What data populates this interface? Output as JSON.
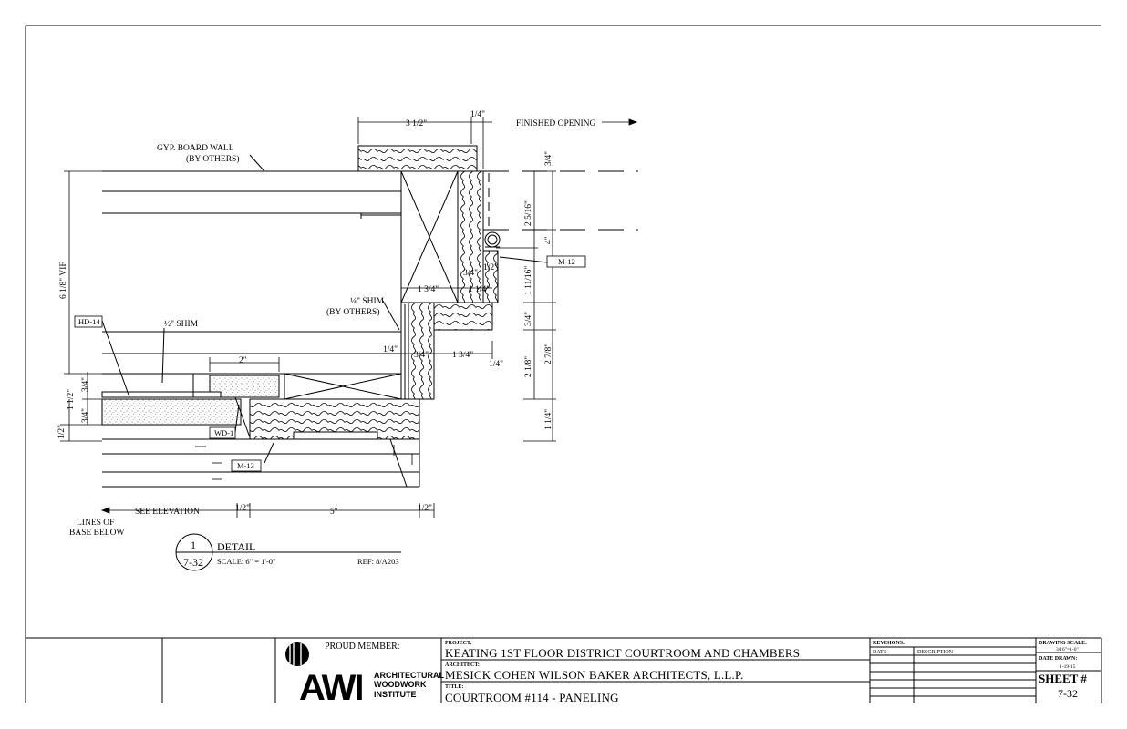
{
  "drawing": {
    "dims": {
      "three_half": "3 1/2\"",
      "quarter_top": "1/4\"",
      "finished_opening": "FINISHED OPENING",
      "three_quarter_top": "3/4\"",
      "two_5_16": "2 5/16\"",
      "four": "4\"",
      "one_11_16": "1 11/16\"",
      "three_quarter_mid": "3/4\"",
      "two_7_8": "2 7/8\"",
      "two_1_8": "2 1/8\"",
      "one_quarter_r": "1 1/4\"",
      "six_1_8_vif": "6 1/8\" VIF",
      "one_3_4_a": "1 3/4\"",
      "one_3_4_b": "1 3/4\"",
      "one_1_4": "1 1/4\"",
      "three_q_a": "3/4\"",
      "half_a": "1/2\"",
      "quarter_b": "1/4\"",
      "three_q_b": "3/4\"",
      "quarter_c": "1/4\"",
      "two": "2\"",
      "one_half": "1 1/2\"",
      "three_q_left": "3/4\"",
      "three_q_left2": "3/4\"",
      "half_left": "1/2\"",
      "half_bot_a": "1/2\"",
      "five": "5\"",
      "half_bot_b": "1/2\""
    },
    "notes": {
      "gyp_board_1": "GYP. BOARD WALL",
      "gyp_board_2": "(BY OTHERS)",
      "shim_quarter_1": "¼\" SHIM",
      "shim_quarter_2": "(BY OTHERS)",
      "shim_half": "½\" SHIM",
      "see_elevation": "SEE ELEVATION",
      "lines_of_1": "LINES OF",
      "lines_of_2": "BASE BELOW"
    },
    "tags": {
      "m12": "M-12",
      "hd14": "HD-14",
      "wd1": "WD-1",
      "m13": "M-13"
    },
    "detail": {
      "number": "1",
      "sheet": "7-32",
      "title": "DETAIL",
      "scale": "SCALE: 6\" = 1'-0\"",
      "ref": "REF: 8/A203"
    }
  },
  "title_block": {
    "proud_member": "PROUD MEMBER:",
    "awi_mark": "AWI",
    "awi_line1": "ARCHITECTURAL",
    "awi_line2": "WOODWORK",
    "awi_line3": "INSTITUTE",
    "project_label": "PROJECT:",
    "project": "KEATING 1ST FLOOR DISTRICT COURTROOM AND CHAMBERS",
    "architect_label": "ARCHITECT:",
    "architect": "MESICK COHEN WILSON BAKER ARCHITECTS, L.L.P.",
    "title_label": "TITLE:",
    "title": "COURTROOM #114 - PANELING",
    "revisions_label": "REVISIONS:",
    "date_col": "DATE",
    "description_col": "DESCRIPTION",
    "drawing_scale_label": "DRAWING SCALE:",
    "drawing_scale": "3/16\"=1-0\"",
    "date_drawn_label": "DATE DRAWN:",
    "date_drawn": "1-19-15",
    "sheet_label": "SHEET #",
    "sheet": "7-32"
  }
}
